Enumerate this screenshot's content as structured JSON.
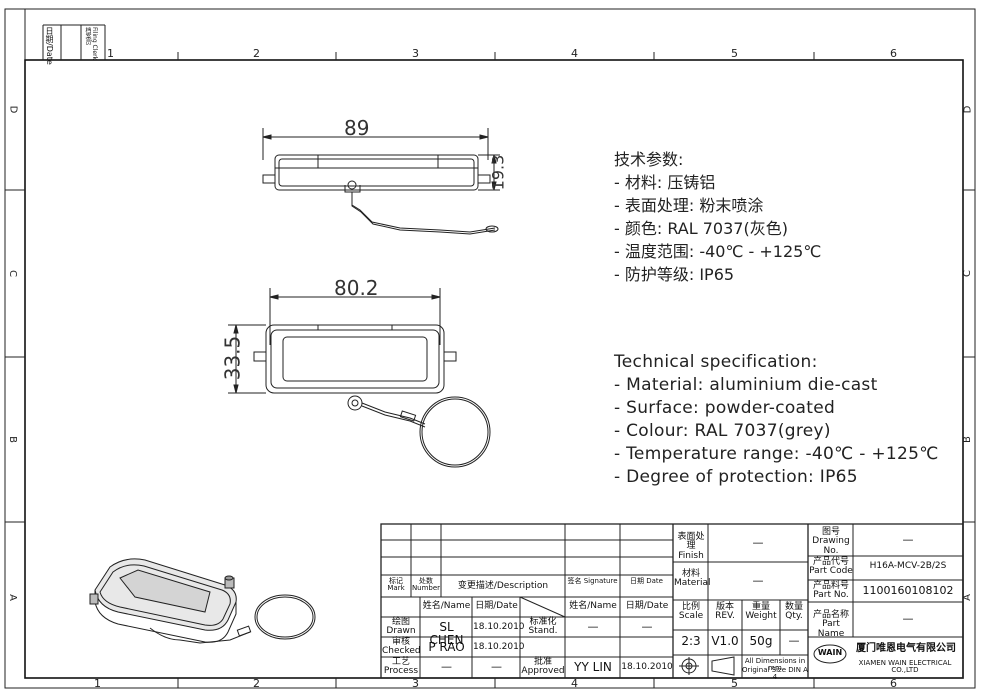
{
  "frame": {
    "top_numbers": [
      "1",
      "2",
      "3",
      "4",
      "5",
      "6"
    ],
    "bottom_numbers": [
      "1",
      "2",
      "3",
      "4",
      "5",
      "6"
    ],
    "side_letters": [
      "D",
      "C",
      "B",
      "A"
    ],
    "filing_clerk": "Filing Clerk",
    "filing_clerk_zh": "档案员",
    "date_label": "日期/Date"
  },
  "dims": {
    "top_width": "89",
    "top_height": "19.3",
    "mid_width": "80.2",
    "mid_height": "33.5"
  },
  "spec_zh": {
    "title": "技术参数:",
    "lines": [
      "- 材料: 压铸铝",
      "- 表面处理: 粉末喷涂",
      "- 颜色: RAL 7037(灰色)",
      "- 温度范围: -40℃ - +125℃",
      "- 防护等级: IP65"
    ]
  },
  "spec_en": {
    "title": "Technical specification:",
    "lines": [
      "- Material: aluminium die-cast",
      "- Surface: powder-coated",
      "- Colour: RAL 7037(grey)",
      "- Temperature range: -40℃ - +125℃",
      "- Degree of protection: IP65"
    ]
  },
  "title_block": {
    "rev_header": {
      "mark": "标记 Mark",
      "number": "处数 Number",
      "description": "变更描述/Description",
      "signature": "签名 Signature",
      "date": "日期 Date"
    },
    "people_header": {
      "name": "姓名/Name",
      "date": "日期/Date",
      "name2": "姓名/Name",
      "date2": "日期/Date"
    },
    "drawn_label": "绘图 Drawn",
    "checked_label": "审核 Checked",
    "process_label": "工艺 Process",
    "stand_label": "标准化 Stand.",
    "approved_label": "批准 Approved",
    "drawn_name": "SL CHEN",
    "drawn_date": "18.10.2010",
    "checked_name": "P RAO",
    "checked_date": "18.10.2010",
    "process_name": "—",
    "process_date": "—",
    "stand_name": "—",
    "stand_date": "—",
    "approved_name": "YY LIN",
    "approved_date": "18.10.2010",
    "finish_label": "表面处理 Finish",
    "finish_value": "—",
    "material_label": "材料 Material",
    "material_value": "—",
    "scale_label": "比例 Scale",
    "rev_label": "版本 REV.",
    "weight_label": "重量 Weight",
    "qty_label": "数量 Qty.",
    "scale_value": "2:3",
    "rev_value": "V1.0",
    "weight_value": "50g",
    "qty_value": "—",
    "dims_note1": "All Dimensions in mm",
    "dims_note2": "Original Size DIN A 4",
    "drawing_no_label": "图号 Drawing No.",
    "drawing_no_value": "—",
    "part_code_label": "产品代号 Part Code",
    "part_code_value": "H16A-MCV-2B/2S",
    "part_no_label": "产品料号 Part No.",
    "part_no_value": "1100160108102",
    "part_name_label": "产品名称 Part Name",
    "part_name_value": "—",
    "company_logo": "WAIN",
    "company_zh": "厦门唯恩电气有限公司",
    "company_en": "XIAMEN WAIN ELECTRICAL CO.,LTD"
  }
}
